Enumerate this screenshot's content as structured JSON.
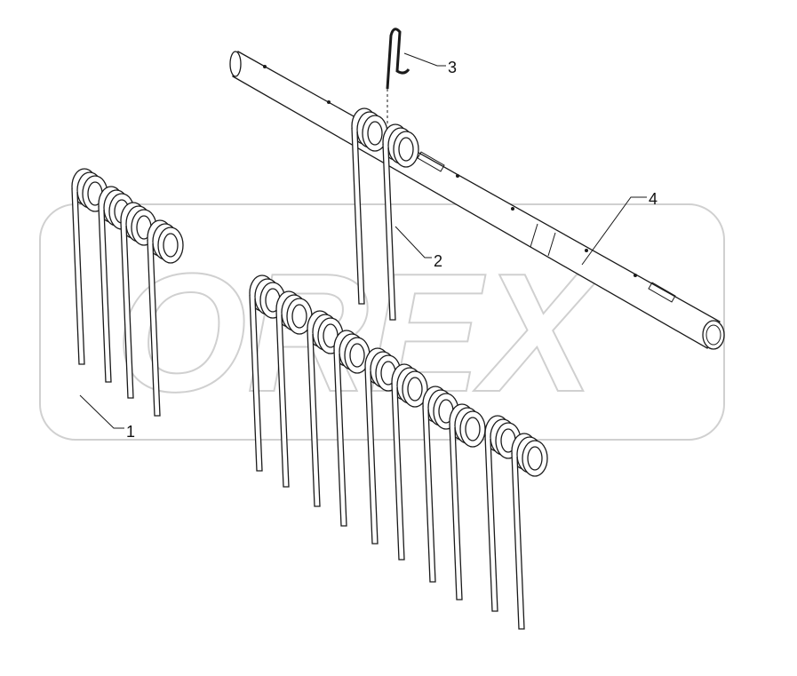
{
  "diagram": {
    "watermark": "OREX",
    "callouts": [
      {
        "id": "1",
        "label": "1"
      },
      {
        "id": "2",
        "label": "2"
      },
      {
        "id": "3",
        "label": "3"
      },
      {
        "id": "4",
        "label": "4"
      }
    ],
    "colors": {
      "line": "#1a1a1a",
      "watermark": "#d0d0d0"
    }
  }
}
